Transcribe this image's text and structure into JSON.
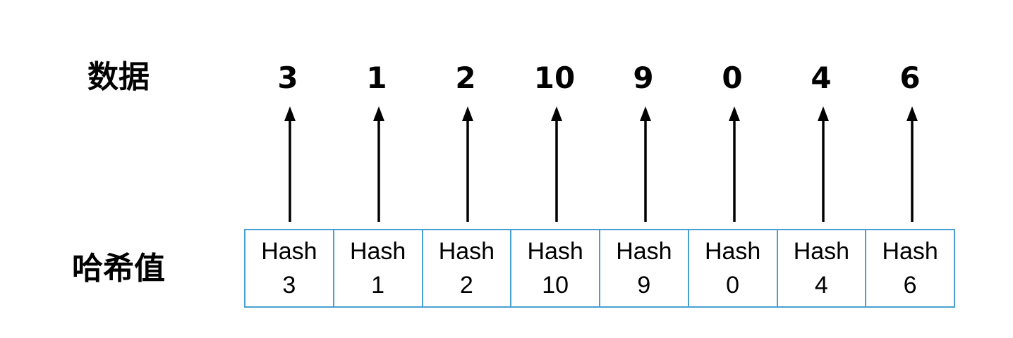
{
  "labels": {
    "data": "数据",
    "hash": "哈希值"
  },
  "values": [
    "3",
    "1",
    "2",
    "10",
    "9",
    "0",
    "4",
    "6"
  ],
  "cells": [
    {
      "line1": "Hash",
      "line2": "3"
    },
    {
      "line1": "Hash",
      "line2": "1"
    },
    {
      "line1": "Hash",
      "line2": "2"
    },
    {
      "line1": "Hash",
      "line2": "10"
    },
    {
      "line1": "Hash",
      "line2": "9"
    },
    {
      "line1": "Hash",
      "line2": "0"
    },
    {
      "line1": "Hash",
      "line2": "4"
    },
    {
      "line1": "Hash",
      "line2": "6"
    }
  ],
  "colors": {
    "cell_border": "#4a9fd1",
    "arrow": "#000000"
  }
}
